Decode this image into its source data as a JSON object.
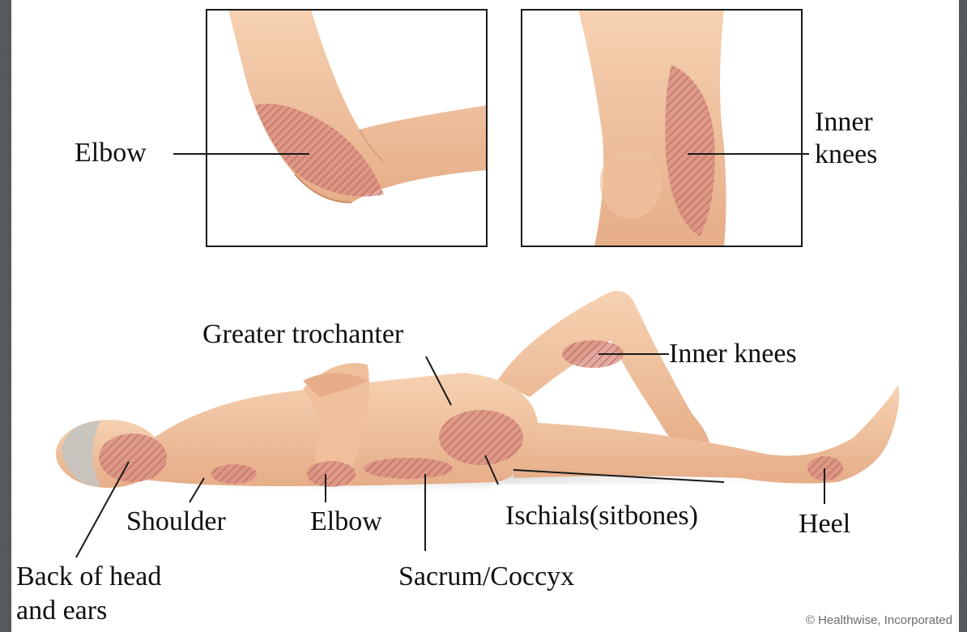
{
  "labels": {
    "elbow_inset": "Elbow",
    "inner_knees_inset_line1": "Inner",
    "inner_knees_inset_line2": "knees",
    "greater_trochanter": "Greater trochanter",
    "inner_knees": "Inner knees",
    "ischials": "Ischials(sitbones)",
    "shoulder": "Shoulder",
    "elbow": "Elbow",
    "heel": "Heel",
    "back_of_head_line1": "Back of head",
    "back_of_head_line2": "and ears",
    "sacrum": "Sacrum/Coccyx"
  },
  "credit": "© Healthwise, Incorporated",
  "colors": {
    "skin": "#f3c7a3",
    "skin_shadow": "#e3a985",
    "pressure_area": "#cf7f74",
    "line": "#1a1a1a",
    "frame": "#55585d"
  }
}
